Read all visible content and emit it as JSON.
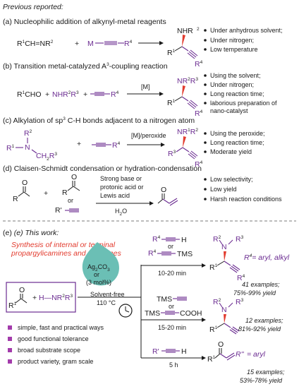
{
  "colors": {
    "accent": "#6b2c91",
    "highlight": "#e23b2e",
    "catalyst": "#6bbfb5",
    "check": "#a33bab"
  },
  "header": {
    "previous": "Previous reported:"
  },
  "sec_a": {
    "title": "(a) Nucleophilic addition of alkynyl-metal reagents",
    "reactant": "R",
    "reactant_mid": "CH=NR",
    "metal": "M",
    "r4": "R",
    "product_amine": "NHR",
    "bullets": [
      "Under anhydrous solvent;",
      "Under nitrogen;",
      "Low temperature"
    ]
  },
  "sec_b": {
    "title": "(b) Transition metal-catalyzed A",
    "title_end": "-coupling reaction",
    "cho": "R",
    "cho2": "CHO",
    "amine": "NHR",
    "cat": "[M]",
    "product_amine": "NR",
    "bullets": [
      "Using the solvent;",
      "Under nitrogen;",
      "Long reaction time;",
      "laborious preparation of",
      "nano-catalyst"
    ]
  },
  "sec_c": {
    "title": "(c) Alkylation of sp",
    "title_end": " C-H bonds adjacent to a nitrogen atom",
    "cond": "[M]/peroxide",
    "product_amine": "NR",
    "bullets": [
      "Using the peroxide;",
      "Long reaction time;",
      "Moderate yield"
    ]
  },
  "sec_d": {
    "title": "(d) Claisen-Schmidt condensation or hydration-condensation",
    "cond1": "Strong base or",
    "cond2": "protonic acid or",
    "cond3": "Lewis acid",
    "cond4": "H",
    "cond4b": "O",
    "or": "or",
    "rprime": "R'",
    "bullets": [
      "Low selectivity;",
      "Low yield",
      "Harsh reaction conditions"
    ]
  },
  "sec_e": {
    "title": "(e) This work:",
    "subtitle1": "Synthesis of internal or terminal",
    "subtitle2": "propargylicamines and chalcones",
    "cat1": "Ag",
    "cat_co3": "CO",
    "cat2": "(3 mol%)",
    "cond1": "Solvent-free",
    "cond2": "110 °C",
    "amine": "H—NR",
    "or": "or",
    "tms": "TMS",
    "h": "H",
    "cooh": "COOH",
    "time1": "10-20 min",
    "time2": "15-20 min",
    "time3": "5 h",
    "r4_note": "= aryl, alkyl",
    "r2_note": "= aryl",
    "ex1": "41 examples;",
    "y1": "75%-99% yield",
    "ex2": "12 examples;",
    "y2": "81%-92% yield",
    "ex3": "15 examples;",
    "y3": "53%-78% yield",
    "features": [
      "simple, fast and practical ways",
      "good functional tolerance",
      "broad substrate scope",
      "product variety, gram scale"
    ]
  }
}
